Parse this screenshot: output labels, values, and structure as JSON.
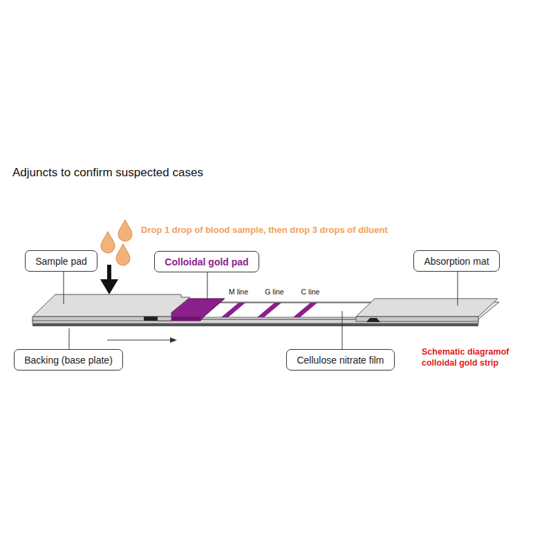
{
  "diagram": {
    "title": "Adjuncts to confirm suspected cases",
    "caption": "Schematic diagramof colloidal gold strip",
    "nodes": [
      {
        "text": [
          "Sample pad"
        ]
      },
      {
        "text": [
          "Colloidal gold pad"
        ]
      },
      {
        "text": [
          "Absorption mat"
        ]
      },
      {
        "text": [
          "Backing (base plate)"
        ]
      },
      {
        "text": [
          "Cellulose nitrate film"
        ]
      }
    ],
    "labels": [
      "Drop 1 drop of blood sample, then drop 3 drops of diluent",
      "M line",
      "G line",
      "C line"
    ]
  }
}
